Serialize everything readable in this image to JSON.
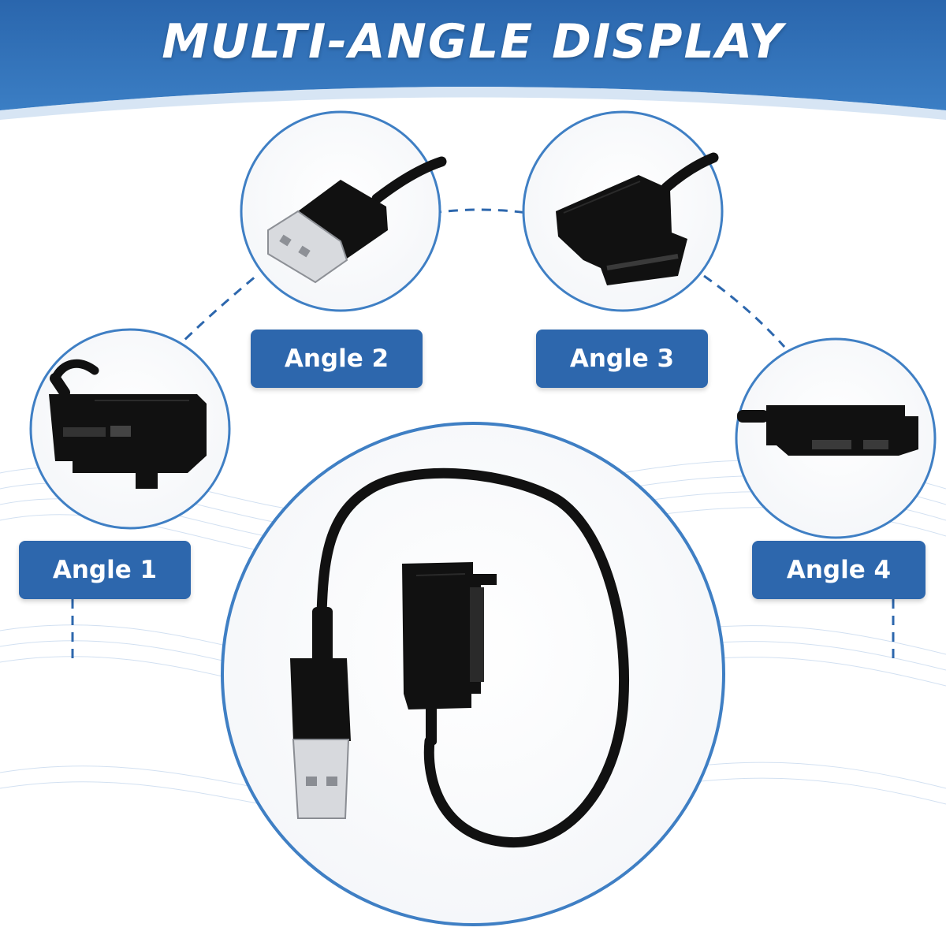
{
  "header": {
    "title": "MULTI-ANGLE DISPLAY"
  },
  "labels": {
    "angle1": "Angle 1",
    "angle2": "Angle 2",
    "angle3": "Angle 3",
    "angle4": "Angle 4"
  },
  "colors": {
    "banner": "#2f6fb6",
    "label_bg": "#2d67ad",
    "circle_stroke": "#3f7fc4",
    "dashed_line": "#2d67ad",
    "product": "#111111"
  }
}
